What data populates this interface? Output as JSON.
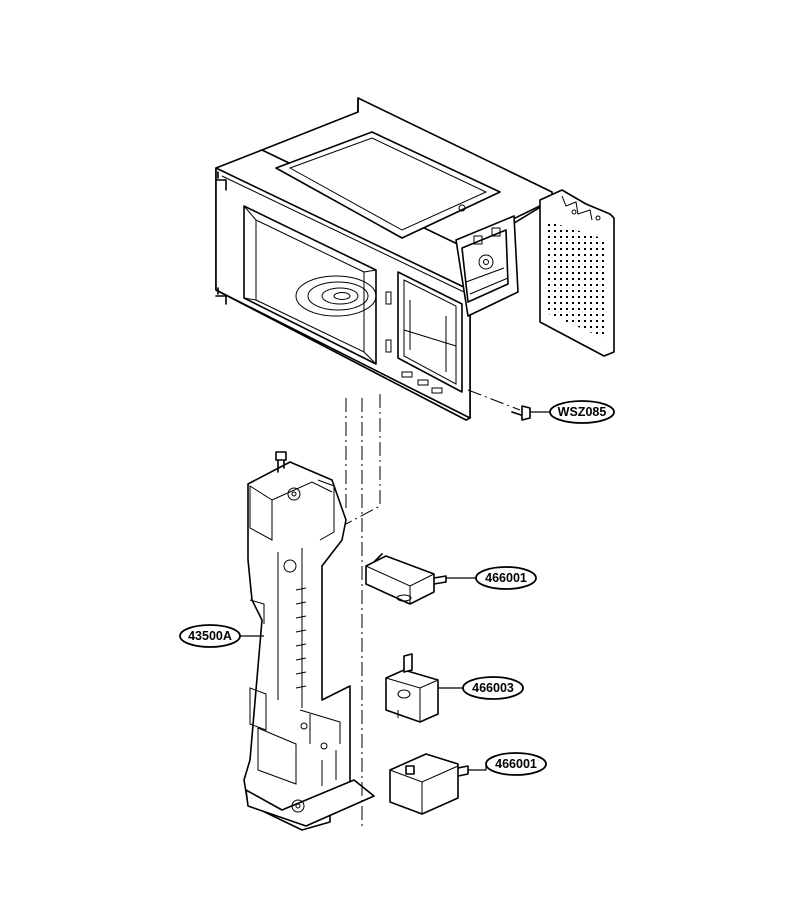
{
  "callouts": {
    "screw": "WSZ085",
    "switch_top": "466001",
    "latch_bracket": "43500A",
    "switch_middle": "466003",
    "switch_bottom": "466001"
  }
}
